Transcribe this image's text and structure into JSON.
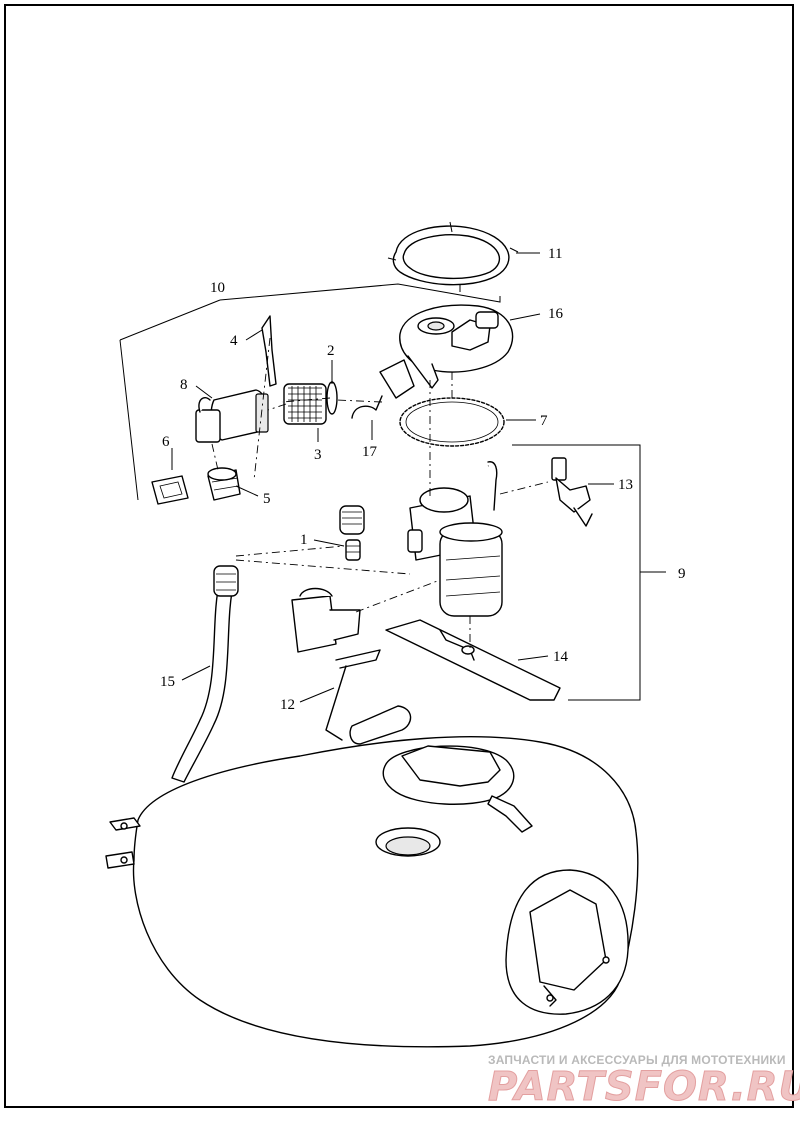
{
  "callouts": {
    "c1": "1",
    "c2": "2",
    "c3": "3",
    "c4": "4",
    "c5": "5",
    "c6": "6",
    "c7": "7",
    "c8": "8",
    "c9": "9",
    "c10": "10",
    "c11": "11",
    "c12": "12",
    "c13": "13",
    "c14": "14",
    "c15": "15",
    "c16": "16",
    "c17": "17"
  },
  "watermark": {
    "caption": "ЗАПЧАСТИ И АКСЕССУАРЫ ДЛЯ МОТОТЕХНИКИ",
    "logo": "PARTSFOR.RU"
  }
}
